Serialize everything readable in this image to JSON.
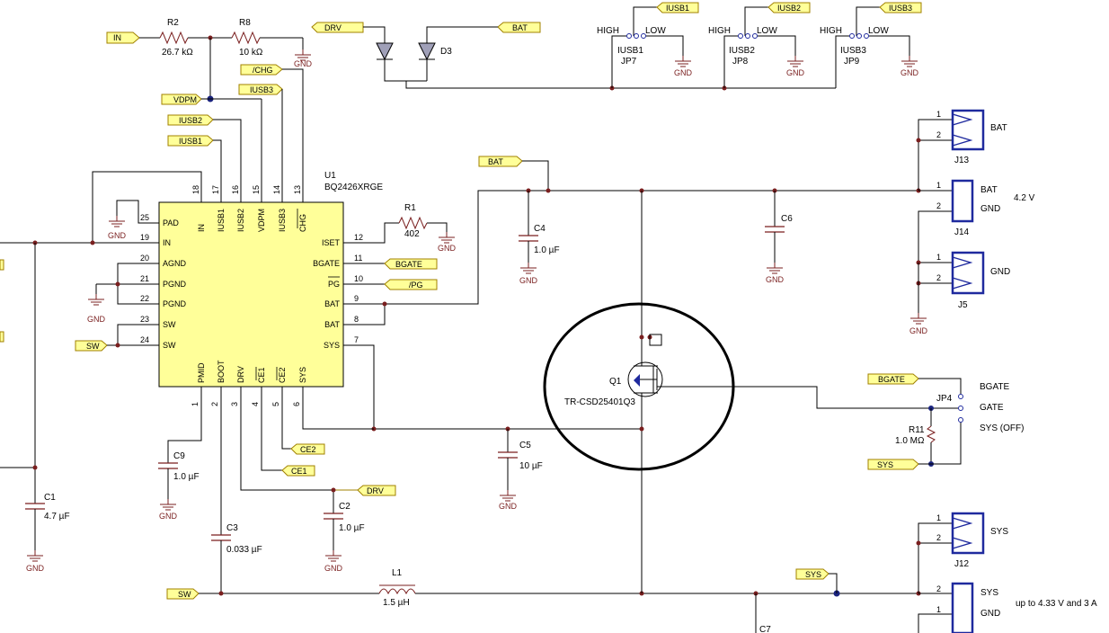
{
  "u1": {
    "ref": "U1",
    "part": "BQ2426XRGE",
    "left_pins": [
      {
        "num": "25",
        "name": "PAD"
      },
      {
        "num": "19",
        "name": "IN"
      },
      {
        "num": "20",
        "name": "AGND"
      },
      {
        "num": "21",
        "name": "PGND"
      },
      {
        "num": "22",
        "name": "PGND"
      },
      {
        "num": "23",
        "name": "SW"
      },
      {
        "num": "24",
        "name": "SW"
      }
    ],
    "top_pins": [
      {
        "num": "18",
        "name": "IN"
      },
      {
        "num": "17",
        "name": "IUSB1"
      },
      {
        "num": "16",
        "name": "IUSB2"
      },
      {
        "num": "15",
        "name": "VDPM"
      },
      {
        "num": "14",
        "name": "IUSB3"
      },
      {
        "num": "13",
        "name": "CHG"
      }
    ],
    "right_pins": [
      {
        "num": "12",
        "name": "ISET"
      },
      {
        "num": "11",
        "name": "BGATE"
      },
      {
        "num": "10",
        "name": "PG"
      },
      {
        "num": "9",
        "name": "BAT"
      },
      {
        "num": "8",
        "name": "BAT"
      },
      {
        "num": "7",
        "name": "SYS"
      }
    ],
    "bottom_pins": [
      {
        "num": "1",
        "name": "PMID"
      },
      {
        "num": "2",
        "name": "BOOT"
      },
      {
        "num": "3",
        "name": "DRV"
      },
      {
        "num": "4",
        "name": "CE1"
      },
      {
        "num": "5",
        "name": "CE2"
      },
      {
        "num": "6",
        "name": "SYS"
      }
    ]
  },
  "net_tags": {
    "in": "IN",
    "vdpm": "VDPM",
    "iusb2": "IUSB2",
    "iusb1": "IUSB1",
    "chg": "/CHG",
    "iusb3": "IUSB3",
    "drv_top": "DRV",
    "bat_top": "BAT",
    "jp_iusb1": "IUSB1",
    "jp_iusb2": "IUSB2",
    "jp_iusb3": "IUSB3",
    "bat_mid": "BAT",
    "bgate": "BGATE",
    "pg": "/PG",
    "sw_left": "SW",
    "ce2": "CE2",
    "ce1": "CE1",
    "drv_bot": "DRV",
    "sw_bot": "SW",
    "bgate_jp4": "BGATE",
    "sys_jp4": "SYS",
    "sys_bot": "SYS"
  },
  "resistors": {
    "r2": {
      "ref": "R2",
      "value": "26.7 kΩ"
    },
    "r8": {
      "ref": "R8",
      "value": "10 kΩ"
    },
    "r1": {
      "ref": "R1",
      "value": "402"
    },
    "r11": {
      "ref": "R11",
      "value": "1.0 MΩ"
    }
  },
  "capacitors": {
    "c1": {
      "ref": "C1",
      "value": "4.7 µF"
    },
    "c2": {
      "ref": "C2",
      "value": "1.0 µF"
    },
    "c3": {
      "ref": "C3",
      "value": "0.033 µF"
    },
    "c4": {
      "ref": "C4",
      "value": "1.0 µF"
    },
    "c5": {
      "ref": "C5",
      "value": "10 µF"
    },
    "c6": {
      "ref": "C6",
      "value": ""
    },
    "c7": {
      "ref": "C7",
      "value": ""
    },
    "c9": {
      "ref": "C9",
      "value": "1.0 µF"
    }
  },
  "inductor": {
    "ref": "L1",
    "value": "1.5 µH"
  },
  "diode": {
    "ref": "D3"
  },
  "mosfet": {
    "ref": "Q1",
    "part": "TR-CSD25401Q3"
  },
  "jumpers": {
    "jp7": {
      "ref": "JP7",
      "name": "IUSB1",
      "high": "HIGH",
      "low": "LOW"
    },
    "jp8": {
      "ref": "JP8",
      "name": "IUSB2",
      "high": "HIGH",
      "low": "LOW"
    },
    "jp9": {
      "ref": "JP9",
      "name": "IUSB3",
      "high": "HIGH",
      "low": "LOW"
    },
    "jp4": {
      "ref": "JP4",
      "opt1": "BGATE",
      "opt2": "GATE",
      "opt3": "SYS (OFF)"
    }
  },
  "connectors": {
    "j13": {
      "ref": "J13",
      "label": "BAT",
      "pins": [
        "1",
        "2"
      ]
    },
    "j14": {
      "ref": "J14",
      "label1": "BAT",
      "label2": "GND",
      "note": "4.2 V",
      "pins": [
        "1",
        "2"
      ]
    },
    "j5": {
      "ref": "J5",
      "label": "GND",
      "pins": [
        "1",
        "2"
      ]
    },
    "j12": {
      "ref": "J12",
      "label": "SYS",
      "pins": [
        "1",
        "2"
      ]
    },
    "jsys": {
      "label1": "SYS",
      "label2": "GND",
      "note": "up to 4.33 V and 3 A",
      "pins": [
        "2",
        "1"
      ]
    }
  },
  "gnd_label": "GND",
  "colors": {
    "tag_fill": "#ffff99",
    "chip_fill": "#ffff99",
    "component": "#7a1f1f",
    "connector": "#1f2a9e"
  }
}
